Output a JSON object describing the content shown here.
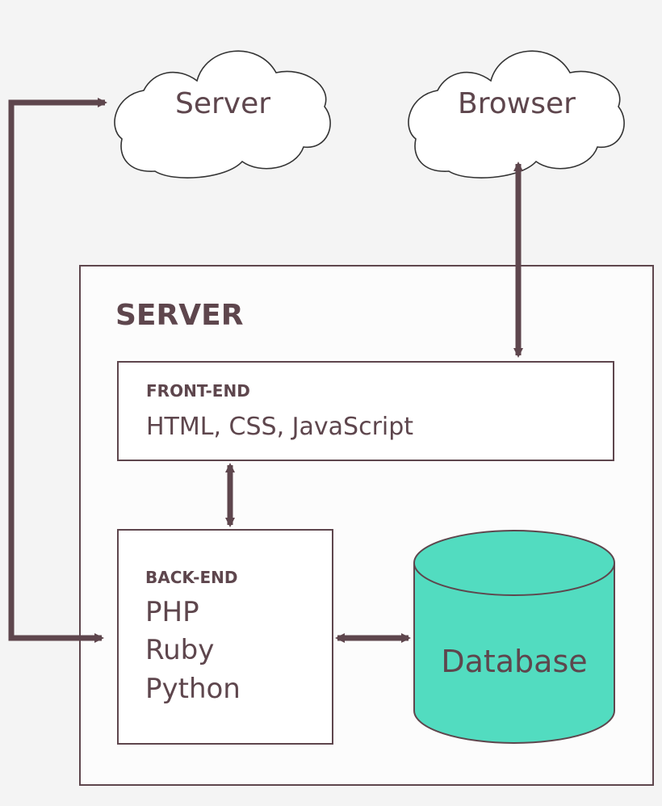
{
  "clouds": {
    "server_label": "Server",
    "browser_label": "Browser"
  },
  "server_box": {
    "title": "SERVER"
  },
  "front_end": {
    "heading": "FRONT-END",
    "technologies": "HTML, CSS, JavaScript"
  },
  "back_end": {
    "heading": "BACK-END",
    "technologies": [
      "PHP",
      "Ruby",
      "Python"
    ]
  },
  "database": {
    "label": "Database"
  },
  "colors": {
    "ink": "#5e464d",
    "database_fill": "#52dcc0",
    "background": "#f4f4f4",
    "box_fill": "#ffffff"
  }
}
